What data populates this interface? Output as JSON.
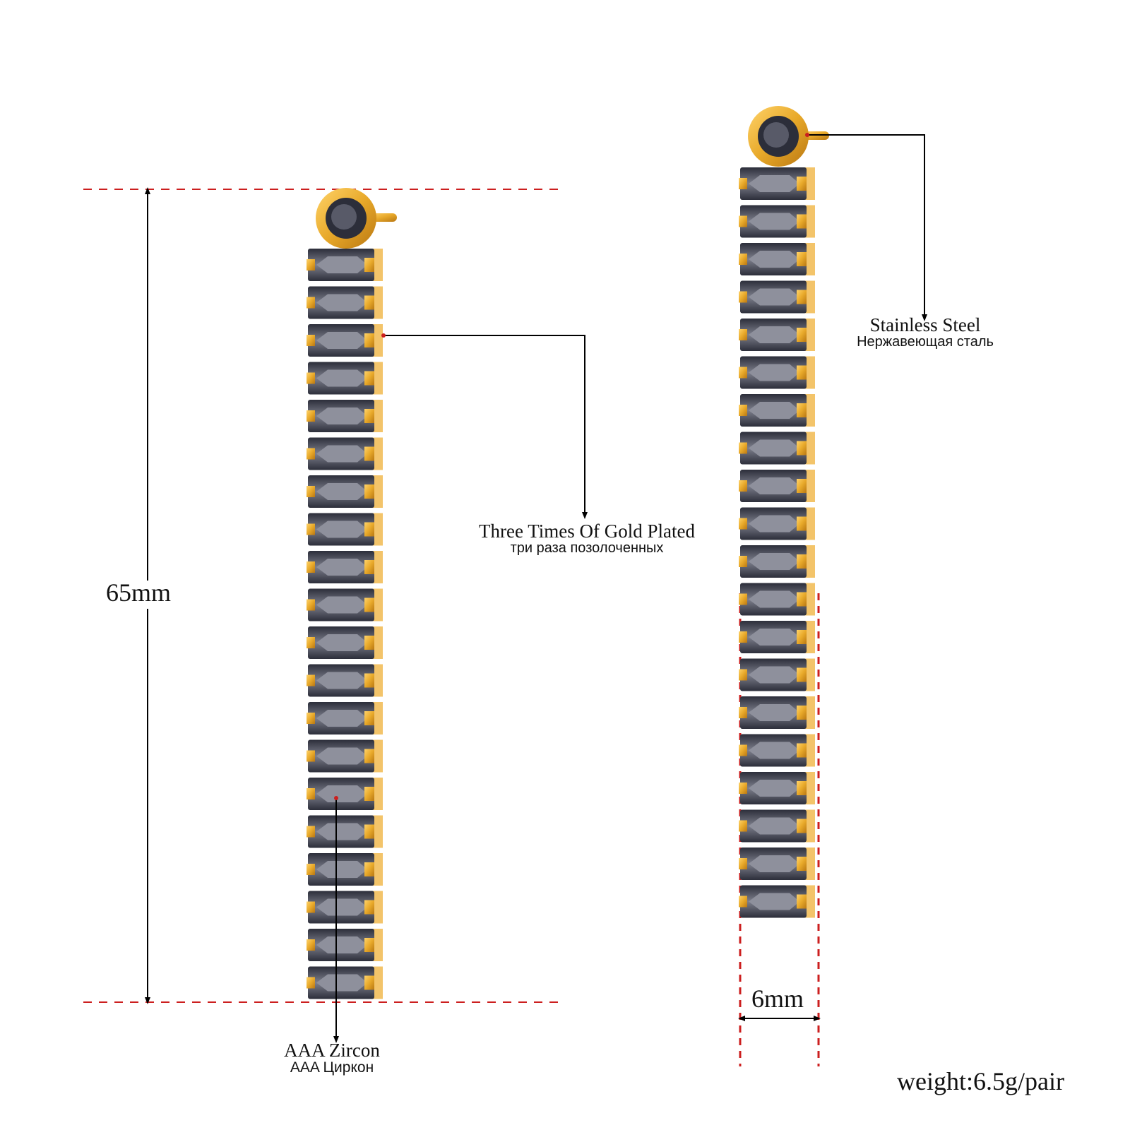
{
  "dimensions": {
    "length": "65mm",
    "width": "6mm"
  },
  "callouts": {
    "plating": {
      "en": "Three Times Of Gold Plated",
      "ru": "три раза позолоченных"
    },
    "material": {
      "en": "Stainless Steel",
      "ru": "Нержавеющая сталь"
    },
    "stone": {
      "en": "AAA Zircon",
      "ru": "AAA Циркон"
    }
  },
  "weight": "weight:6.5g/pair",
  "earring": {
    "stone_count": 20
  },
  "colors": {
    "gold": "#e8a92a",
    "stone": "#3f4150",
    "guide": "#cc1f1f"
  }
}
